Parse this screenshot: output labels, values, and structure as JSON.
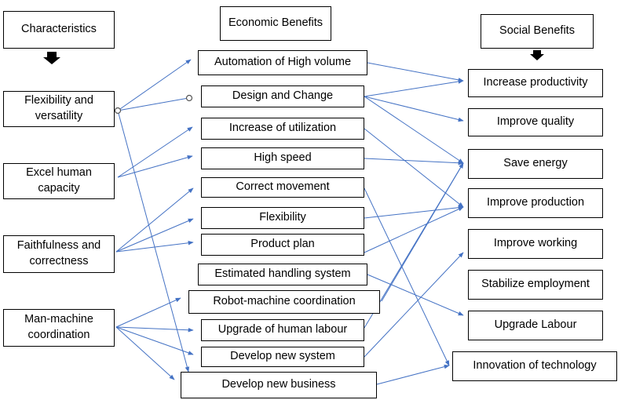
{
  "columns": {
    "characteristics": "Characteristics",
    "economic": "Economic Benefits",
    "social": "Social Benefits"
  },
  "characteristics": [
    {
      "id": "c1",
      "label": "Flexibility and versatility"
    },
    {
      "id": "c2",
      "label": "Excel human capacity"
    },
    {
      "id": "c3",
      "label": "Faithfulness and correctness"
    },
    {
      "id": "c4",
      "label": "Man-machine coordination"
    }
  ],
  "economic": [
    {
      "id": "e1",
      "label": "Automation of High volume"
    },
    {
      "id": "e2",
      "label": "Design and Change"
    },
    {
      "id": "e3",
      "label": "Increase of utilization"
    },
    {
      "id": "e4",
      "label": "High speed"
    },
    {
      "id": "e5",
      "label": "Correct movement"
    },
    {
      "id": "e6",
      "label": "Flexibility"
    },
    {
      "id": "e7",
      "label": "Product plan"
    },
    {
      "id": "e8",
      "label": "Estimated handling system"
    },
    {
      "id": "e9",
      "label": "Robot-machine coordination"
    },
    {
      "id": "e10",
      "label": "Upgrade of human labour"
    },
    {
      "id": "e11",
      "label": "Develop new system"
    },
    {
      "id": "e12",
      "label": "Develop new business"
    }
  ],
  "social": [
    {
      "id": "s1",
      "label": "Increase productivity"
    },
    {
      "id": "s2",
      "label": "Improve quality"
    },
    {
      "id": "s3",
      "label": "Save energy"
    },
    {
      "id": "s4",
      "label": "Improve production"
    },
    {
      "id": "s5",
      "label": "Improve working"
    },
    {
      "id": "s6",
      "label": "Stabilize employment"
    },
    {
      "id": "s7",
      "label": "Upgrade Labour"
    },
    {
      "id": "s8",
      "label": "Innovation of technology"
    }
  ],
  "colors": {
    "connector": "#4472c4",
    "border": "#000000",
    "arrow": "#000000"
  },
  "links": [
    [
      "c1",
      "e1"
    ],
    [
      "c1",
      "e2"
    ],
    [
      "c1",
      "e12"
    ],
    [
      "c2",
      "e3"
    ],
    [
      "c2",
      "e4"
    ],
    [
      "c3",
      "e5"
    ],
    [
      "c3",
      "e6"
    ],
    [
      "c3",
      "e7"
    ],
    [
      "c4",
      "e9"
    ],
    [
      "c4",
      "e10"
    ],
    [
      "c4",
      "e11"
    ],
    [
      "c4",
      "e12"
    ],
    [
      "e1",
      "s1"
    ],
    [
      "e2",
      "s1"
    ],
    [
      "e2",
      "s2"
    ],
    [
      "e2",
      "s3"
    ],
    [
      "e3",
      "s4"
    ],
    [
      "e4",
      "s3"
    ],
    [
      "e5",
      "s8"
    ],
    [
      "e6",
      "s4"
    ],
    [
      "e7",
      "s4"
    ],
    [
      "e8",
      "s7"
    ],
    [
      "e9",
      "s3"
    ],
    [
      "e10",
      "s3"
    ],
    [
      "e11",
      "s5"
    ],
    [
      "e12",
      "s8"
    ]
  ]
}
